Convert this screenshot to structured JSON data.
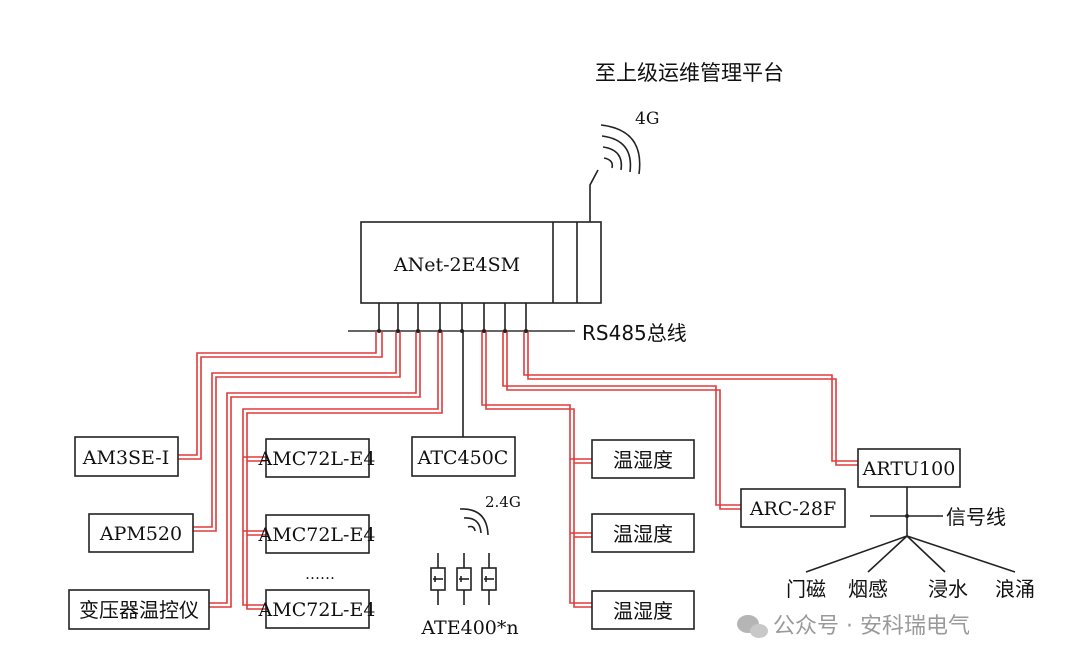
{
  "top_label": "至上级运维管理平台",
  "uplink_label": "4G",
  "gateway_label": "ANet-2E4SM",
  "bus_label": "RS485总线",
  "left_devices": [
    "AM3SE-I",
    "APM520",
    "变压器温控仪"
  ],
  "amc_devices": [
    "AMC72L-E4",
    "AMC72L-E4",
    "AMC72L-E4"
  ],
  "amc_ellipsis": "……",
  "atc_label": "ATC450C",
  "wireless_label": "2.4G",
  "ate_label": "ATE400*n",
  "humidity_devices": [
    "温湿度",
    "温湿度",
    "温湿度"
  ],
  "arc_label": "ARC-28F",
  "artu_label": "ARTU100",
  "signal_label": "信号线",
  "sensors": [
    "门磁",
    "烟感",
    "浸水",
    "浪涌"
  ],
  "watermark": "公众号 · 安科瑞电气",
  "colors": {
    "wire": "#e03b3b",
    "line": "#222222",
    "watermark": "#9a9a9a"
  }
}
